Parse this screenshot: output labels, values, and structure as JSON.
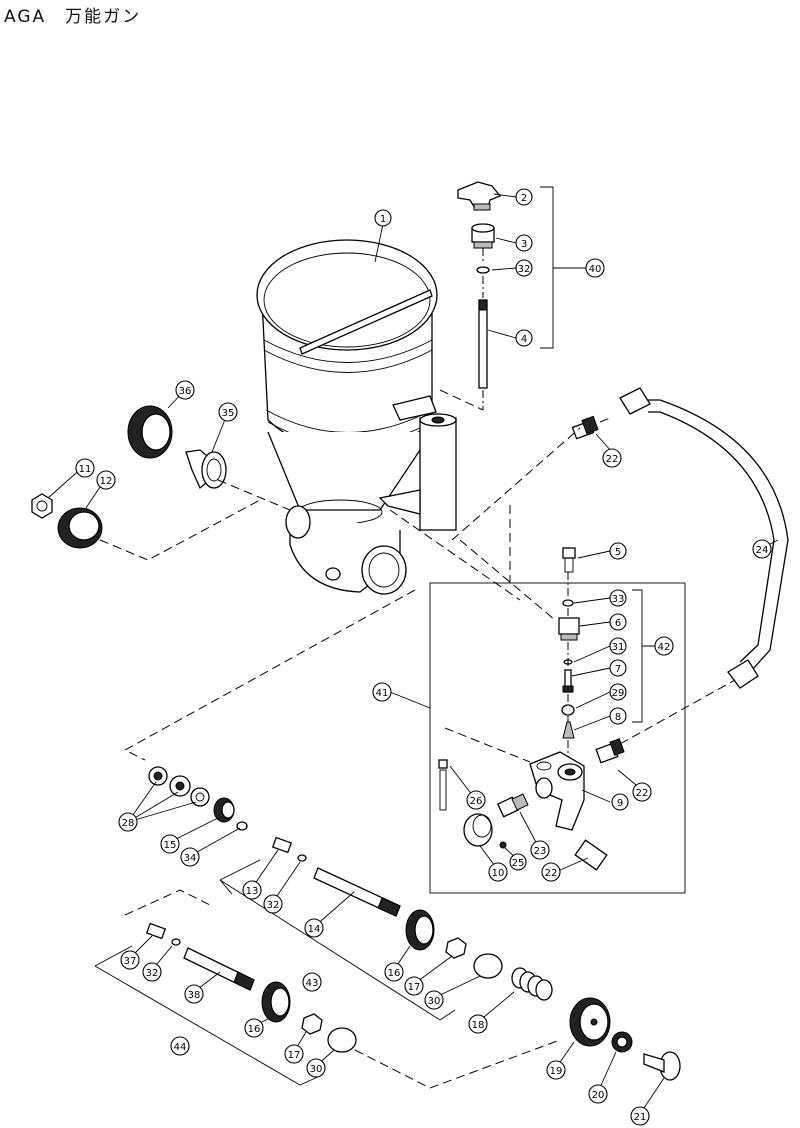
{
  "title": "AGA　万能ガン",
  "callouts": {
    "c1": "1",
    "c2": "2",
    "c3": "3",
    "c4": "4",
    "c5": "5",
    "c6": "6",
    "c7": "7",
    "c8": "8",
    "c9": "9",
    "c10": "10",
    "c11": "11",
    "c12": "12",
    "c13": "13",
    "c14": "14",
    "c15": "15",
    "c16a": "16",
    "c16b": "16",
    "c17a": "17",
    "c17b": "17",
    "c18": "18",
    "c19": "19",
    "c20": "20",
    "c21": "21",
    "c22a": "22",
    "c22b": "22",
    "c22c": "22",
    "c23": "23",
    "c24": "24",
    "c25": "25",
    "c26": "26",
    "c28": "28",
    "c29": "29",
    "c30a": "30",
    "c30b": "30",
    "c31": "31",
    "c32a": "32",
    "c32b": "32",
    "c32c": "32",
    "c33": "33",
    "c34": "34",
    "c35": "35",
    "c36": "36",
    "c37": "37",
    "c38": "38",
    "c40": "40",
    "c41": "41",
    "c42": "42",
    "c43": "43",
    "c44": "44"
  }
}
